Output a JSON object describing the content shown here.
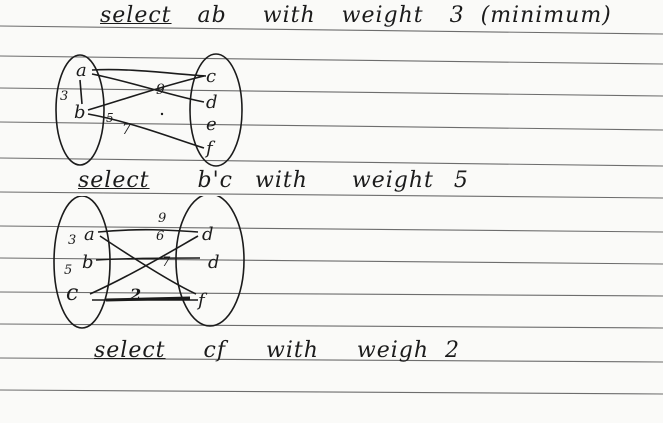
{
  "notes": {
    "line1": {
      "select": "select",
      "edge": "ab",
      "with": "with",
      "weight": "weight",
      "value": "3",
      "note": "(minimum)"
    },
    "line2": {
      "select": "select",
      "edge": "b'c",
      "with": "with",
      "weight": "weight",
      "value": "5"
    },
    "line3": {
      "select": "select",
      "edge": "cf",
      "with": "with",
      "weight": "weigh",
      "value": "2"
    }
  },
  "graph1": {
    "left_vertices": [
      "a",
      "b"
    ],
    "right_vertices": [
      "c",
      "d",
      "e",
      "f"
    ],
    "edge_weights": [
      "3",
      "9",
      "5",
      "7"
    ]
  },
  "graph2": {
    "left_vertices": [
      "a",
      "b",
      "c"
    ],
    "right_vertices": [
      "d",
      "d",
      "f"
    ],
    "edge_weights": [
      "3",
      "9",
      "6",
      "5",
      "7",
      "2"
    ]
  }
}
